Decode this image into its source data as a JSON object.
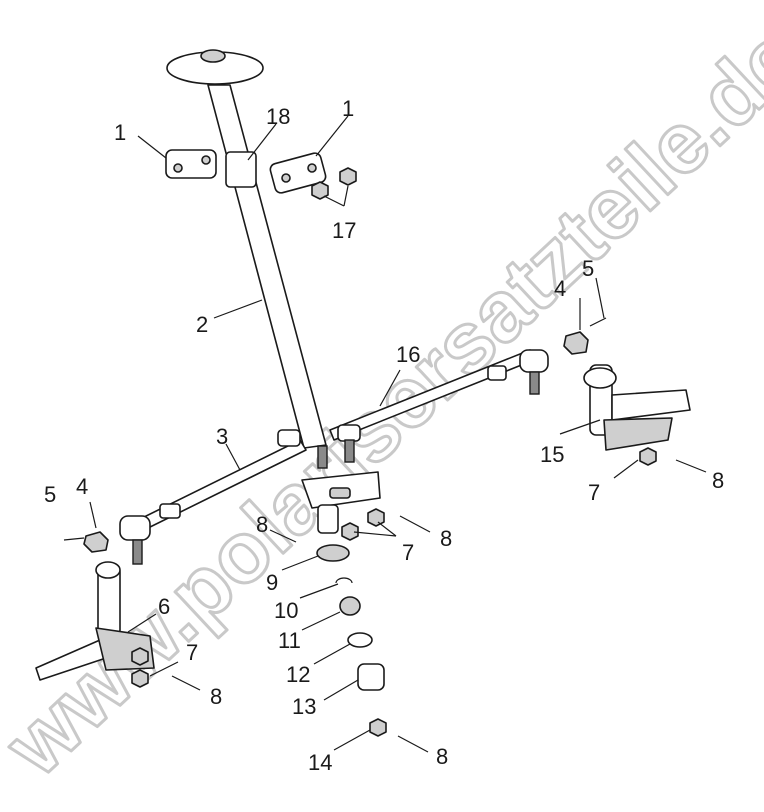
{
  "watermark": "www.polarisersatzteile.de",
  "callouts": {
    "c1a": "1",
    "c1b": "1",
    "c18": "18",
    "c17": "17",
    "c2": "2",
    "c16": "16",
    "c3": "3",
    "c4a": "4",
    "c5a": "5",
    "c4b": "4",
    "c5b": "5",
    "c15": "15",
    "c8a": "8",
    "c7a": "7",
    "c8b": "8",
    "c7b": "7",
    "c8c": "8",
    "c9": "9",
    "c10": "10",
    "c11": "11",
    "c12": "12",
    "c13": "13",
    "c14": "14",
    "c8d": "8",
    "c6": "6",
    "c7c": "7",
    "c8e": "8"
  }
}
